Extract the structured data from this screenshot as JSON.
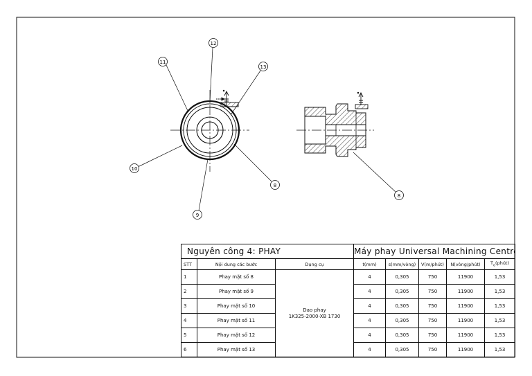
{
  "drawing": {
    "front_labels": [
      "11",
      "12",
      "13",
      "10",
      "9",
      "8"
    ],
    "section_labels": [
      "8"
    ]
  },
  "table": {
    "operation_title": "Nguyên công 4: PHAY",
    "machine_title": "Máy phay Universal Machining Centre",
    "headers": {
      "stt": "STT",
      "content": "Nội dung các bước",
      "tool": "Dụng cụ",
      "t": "t(mm)",
      "s": "s(mm/vòng)",
      "v": "V(m/phút)",
      "n": "N(vòng/phút)",
      "to_main": "T",
      "to_sub": "o",
      "to_unit": "(phút)"
    },
    "tool_line1": "Dao phay",
    "tool_line2": "1K325-2000-XB 1730",
    "rows": [
      {
        "stt": "1",
        "content": "Phay mặt số 8",
        "t": "4",
        "s": "0,305",
        "v": "750",
        "n": "11900",
        "to": "1,53"
      },
      {
        "stt": "2",
        "content": "Phay mặt số 9",
        "t": "4",
        "s": "0,305",
        "v": "750",
        "n": "11900",
        "to": "1,53"
      },
      {
        "stt": "3",
        "content": "Phay mặt số 10",
        "t": "4",
        "s": "0,305",
        "v": "750",
        "n": "11900",
        "to": "1,53"
      },
      {
        "stt": "4",
        "content": "Phay mặt số 11",
        "t": "4",
        "s": "0,305",
        "v": "750",
        "n": "11900",
        "to": "1,53"
      },
      {
        "stt": "5",
        "content": "Phay mặt số 12",
        "t": "4",
        "s": "0,305",
        "v": "750",
        "n": "11900",
        "to": "1,53"
      },
      {
        "stt": "6",
        "content": "Phay mặt số 13",
        "t": "4",
        "s": "0,305",
        "v": "750",
        "n": "11900",
        "to": "1,53"
      }
    ]
  }
}
